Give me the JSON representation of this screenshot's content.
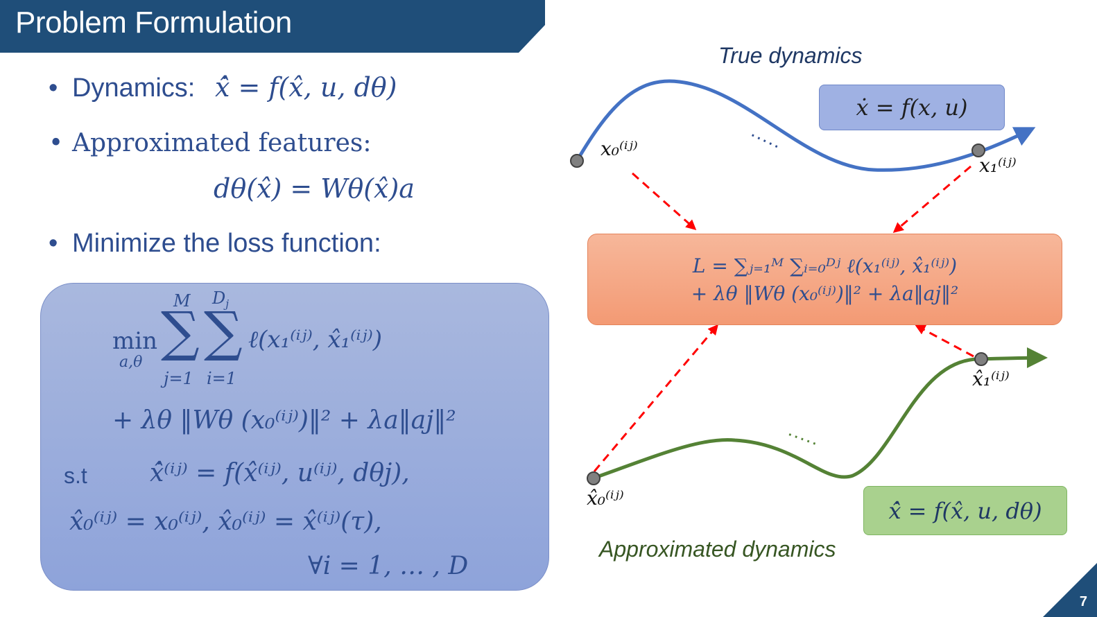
{
  "slide": {
    "title": "Problem Formulation",
    "page_number": "7"
  },
  "bullets": {
    "b1_label": "Dynamics:",
    "b1_eq": "x̂̇ = f(x̂, u, dθ)",
    "b2_label": "Approximated features:",
    "b2_eq": "dθ(x̂) = Wθ(x̂)a",
    "b3_label": "Minimize the loss function:"
  },
  "optimization": {
    "min": "min",
    "min_sub": "a,θ",
    "sum1_top": "M",
    "sum1_bot": "j=1",
    "sum2_top": "D",
    "sum2_top_sub": "j",
    "sum2_bot": "i=1",
    "loss_term": "ℓ(x₁⁽ⁱʲ⁾, x̂₁⁽ⁱʲ⁾)",
    "reg_line": "+ λθ ‖Wθ (x₀⁽ⁱʲ⁾)‖² + λa‖aj‖²",
    "st_label": "s.t",
    "constraint1": "x̂̇⁽ⁱʲ⁾ = f(x̂⁽ⁱʲ⁾, u⁽ⁱʲ⁾, dθj),",
    "constraint2": "x̂₀⁽ⁱʲ⁾ = x₀⁽ⁱʲ⁾, x̂₀⁽ⁱʲ⁾ = x̂⁽ⁱʲ⁾(τ),",
    "constraint3": "∀i = 1, … , D"
  },
  "diagram": {
    "true_title": "True dynamics",
    "true_eq": "ẋ = f(x, u)",
    "approx_title": "Approximated dynamics",
    "approx_eq": "x̂̇ = f(x̂, u, dθ)",
    "loss_line1": "L = ∑ⱼ₌₁ᴹ ∑ᵢ₌₀ᴰʲ ℓ(x₁⁽ⁱʲ⁾, x̂₁⁽ⁱʲ⁾)",
    "loss_line2": "+ λθ ‖Wθ (x₀⁽ⁱʲ⁾)‖² + λa‖aj‖²",
    "pt_x0": "x₀⁽ⁱʲ⁾",
    "pt_x1": "x₁⁽ⁱʲ⁾",
    "pt_xhat1": "x̂₁⁽ⁱʲ⁾",
    "pt_xhat0": "x̂₀⁽ⁱʲ⁾",
    "dots": "·····",
    "colors": {
      "true_curve": "#4472c4",
      "approx_curve": "#548235",
      "arrow": "#ff0000",
      "loss_box": "#f4a582",
      "true_box": "#9fb1e3",
      "approx_box": "#a9d18e",
      "header": "#1f4e79"
    }
  }
}
